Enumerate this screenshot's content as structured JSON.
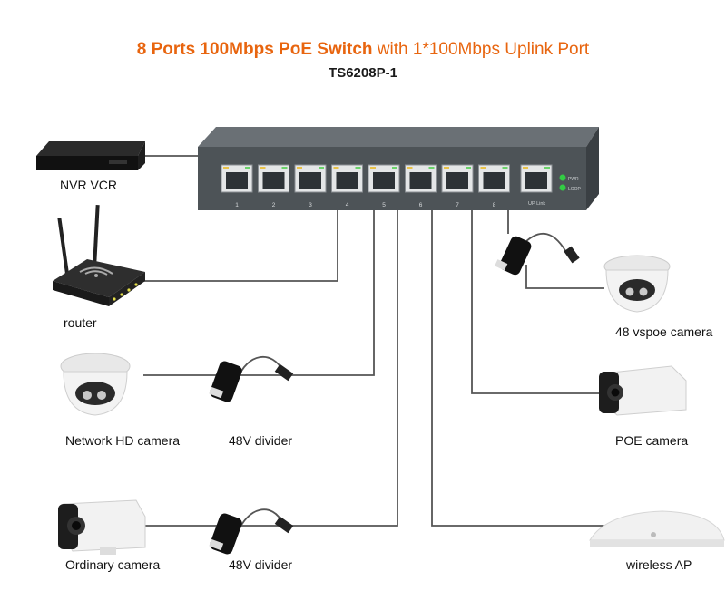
{
  "header": {
    "title_main": "8 Ports 100Mbps PoE Switch",
    "title_rest": " with 1*100Mbps Uplink Port",
    "model": "TS6208P-1"
  },
  "switch": {
    "port_numbers": [
      "1",
      "2",
      "3",
      "4",
      "5",
      "6",
      "7",
      "8"
    ],
    "uplink_label": "UP Link",
    "indicators": [
      "PWR",
      "LOOP"
    ]
  },
  "devices": {
    "nvr": "NVR VCR",
    "router": "router",
    "network_hd_camera": "Network HD camera",
    "divider_1": "48V divider",
    "ordinary_camera": "Ordinary camera",
    "divider_2": "48V divider",
    "vspoe_camera": "48 vspoe camera",
    "poe_camera": "POE camera",
    "wireless_ap": "wireless AP"
  },
  "colors": {
    "title": "#e8650f",
    "switch_body": "#4d5357",
    "cable": "#555555",
    "led": "#33cc44"
  }
}
